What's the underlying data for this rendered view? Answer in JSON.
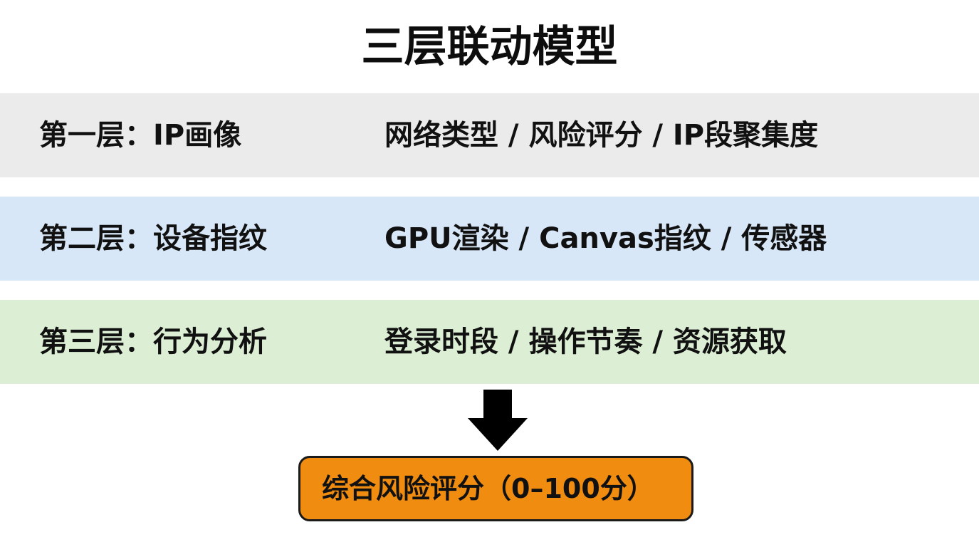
{
  "title": "三层联动模型",
  "layers": [
    {
      "name": "第一层：IP画像",
      "items": "网络类型 / 风险评分 / IP段聚集度"
    },
    {
      "name": "第二层：设备指纹",
      "items": "GPU渲染 / Canvas指纹 / 传感器"
    },
    {
      "name": "第三层：行为分析",
      "items": "登录时段 / 操作节奏 / 资源获取"
    }
  ],
  "result": "综合风险评分（0–100分）",
  "arrow_icon": "arrow-down-icon",
  "colors": {
    "layer_1_bg": "#ebebeb",
    "layer_2_bg": "#d8e7f8",
    "layer_3_bg": "#dcefd5",
    "result_bg": "#f08c10",
    "arrow": "#000000",
    "text": "#111111"
  }
}
